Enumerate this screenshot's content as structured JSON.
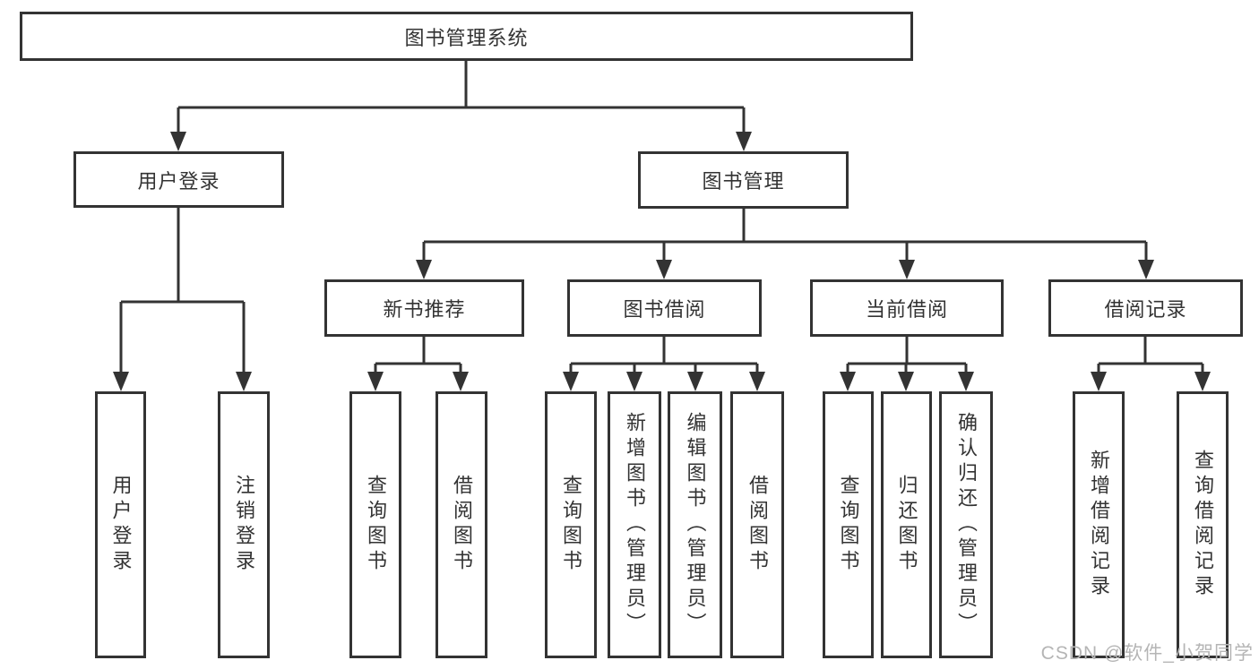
{
  "colors": {
    "line": "#333333",
    "box_border": "#333333",
    "text": "#333333",
    "background": "#ffffff",
    "watermark": "#b5b5b5"
  },
  "watermark": {
    "text": "CSDN @软件_小贺同学"
  },
  "tree": {
    "label": "图书管理系统",
    "children": [
      {
        "label": "用户登录",
        "children": [
          {
            "label": "用户登录"
          },
          {
            "label": "注销登录"
          }
        ]
      },
      {
        "label": "图书管理",
        "children": [
          {
            "label": "新书推荐",
            "children": [
              {
                "label": "查询图书"
              },
              {
                "label": "借阅图书"
              }
            ]
          },
          {
            "label": "图书借阅",
            "children": [
              {
                "label": "查询图书"
              },
              {
                "label": "新增图书（管理员）"
              },
              {
                "label": "编辑图书（管理员）"
              },
              {
                "label": "借阅图书"
              }
            ]
          },
          {
            "label": "当前借阅",
            "children": [
              {
                "label": "查询图书"
              },
              {
                "label": "归还图书"
              },
              {
                "label": "确认归还（管理员）"
              }
            ]
          },
          {
            "label": "借阅记录",
            "children": [
              {
                "label": "新增借阅记录"
              },
              {
                "label": "查询借阅记录"
              }
            ]
          }
        ]
      }
    ]
  }
}
